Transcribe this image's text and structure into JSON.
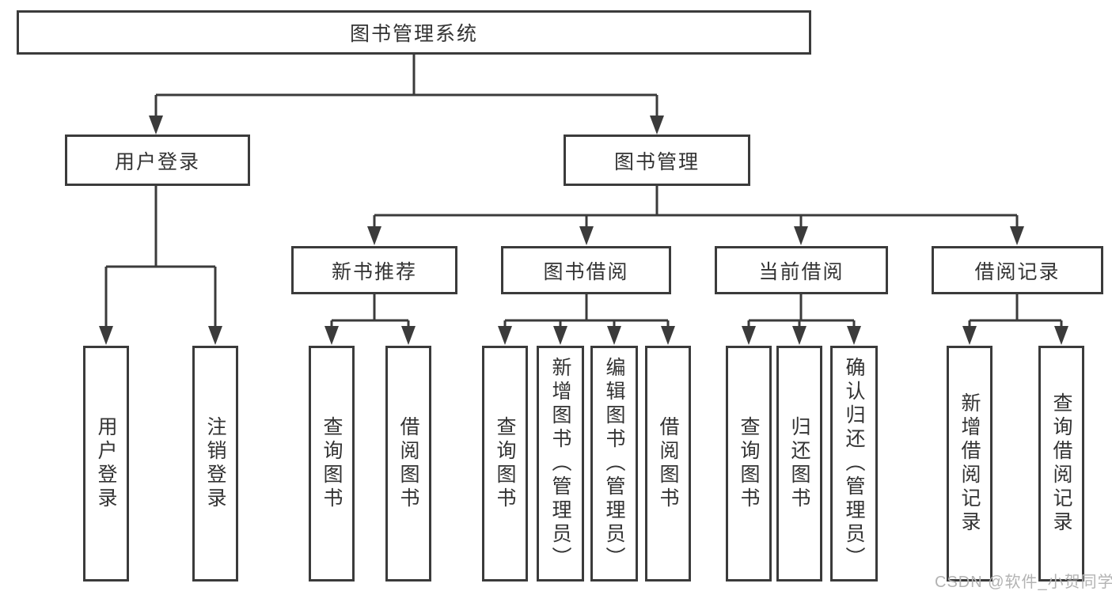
{
  "diagram": {
    "root": {
      "label": "图书管理系统"
    },
    "level2": {
      "user_login": {
        "label": "用户登录",
        "children": [
          {
            "label": "用户登录"
          },
          {
            "label": "注销登录"
          }
        ]
      },
      "book_management": {
        "label": "图书管理",
        "children": {
          "new_book_recommendation": {
            "label": "新书推荐",
            "children": [
              {
                "label": "查询图书"
              },
              {
                "label": "借阅图书"
              }
            ]
          },
          "book_borrowing": {
            "label": "图书借阅",
            "children": [
              {
                "label": "查询图书"
              },
              {
                "label": "新增图书（管理员）"
              },
              {
                "label": "编辑图书（管理员）"
              },
              {
                "label": "借阅图书"
              }
            ]
          },
          "current_borrowing": {
            "label": "当前借阅",
            "children": [
              {
                "label": "查询图书"
              },
              {
                "label": "归还图书"
              },
              {
                "label": "确认归还（管理员）"
              }
            ]
          },
          "borrowing_records": {
            "label": "借阅记录",
            "children": [
              {
                "label": "新增借阅记录"
              },
              {
                "label": "查询借阅记录"
              }
            ]
          }
        }
      }
    }
  },
  "watermark": {
    "text": "CSDN @软件_小贺同学"
  },
  "colors": {
    "line": "#3b3b3b",
    "text": "#333333",
    "watermark": "#b3b3b3",
    "background": "#ffffff"
  }
}
